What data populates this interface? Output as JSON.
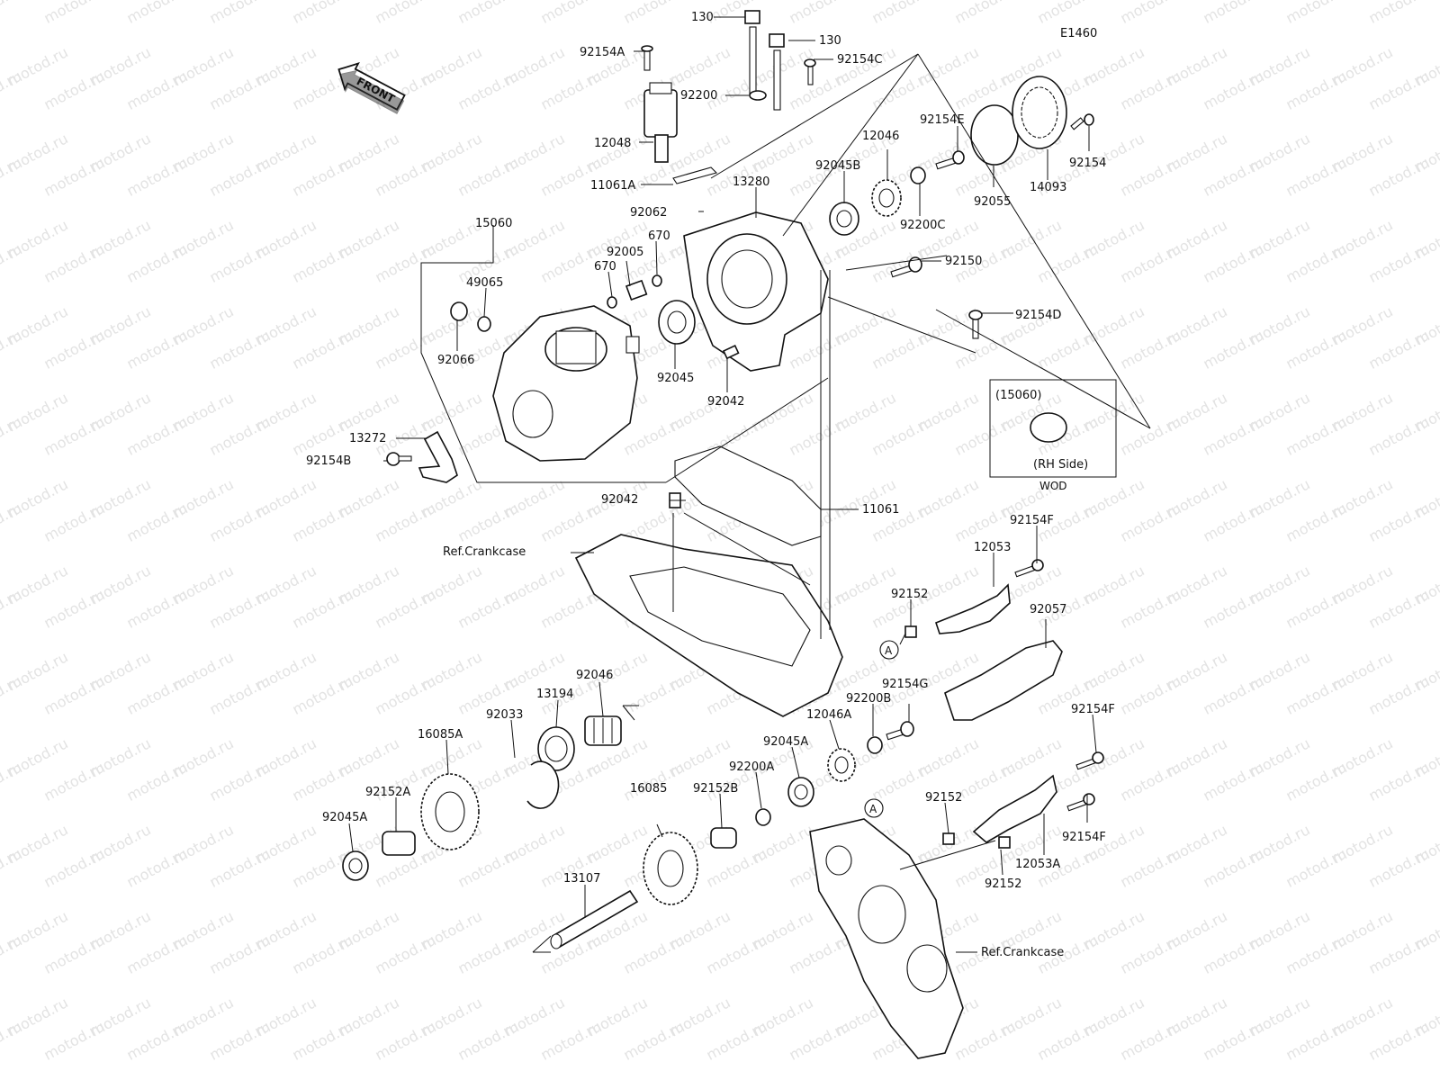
{
  "diagram": {
    "code": "E1460",
    "front_arrow": "FRONT",
    "watermark": "motod.ru",
    "inset": {
      "ref": "(15060)",
      "side": "(RH Side)",
      "tag": "WOD"
    },
    "callout_letter": "A",
    "labels": {
      "p130a": "130",
      "p130b": "130",
      "p92154A": "92154A",
      "p92154C": "92154C",
      "p92200": "92200",
      "p12048": "12048",
      "p11061A": "11061A",
      "p13280": "13280",
      "p92062": "92062",
      "p15060": "15060",
      "p670a": "670",
      "p670b": "670",
      "p92005": "92005",
      "p49065": "49065",
      "p92066": "92066",
      "p92045": "92045",
      "p92042a": "92042",
      "p13272": "13272",
      "p92154B": "92154B",
      "p92154E": "92154E",
      "p12046": "12046",
      "p92045B": "92045B",
      "p92200C": "92200C",
      "p92055": "92055",
      "p14093": "14093",
      "p92154": "92154",
      "p92150": "92150",
      "p92154D": "92154D",
      "p92042b": "92042",
      "p11061": "11061",
      "pRefCrank1": "Ref.Crankcase",
      "p92154F1": "92154F",
      "p12053": "12053",
      "p92152a": "92152",
      "p92057": "92057",
      "p92154G": "92154G",
      "p92200B": "92200B",
      "p12046A": "12046A",
      "p92045A1": "92045A",
      "p92200A": "92200A",
      "p92152B": "92152B",
      "p16085": "16085",
      "p92046": "92046",
      "p13194": "13194",
      "p92033": "92033",
      "p16085A": "16085A",
      "p92152A": "92152A",
      "p92045A2": "92045A",
      "p13107": "13107",
      "p92154F2": "92154F",
      "p92152b": "92152",
      "p92154F3": "92154F",
      "p12053A": "12053A",
      "p92152c": "92152",
      "pRefCrank2": "Ref.Crankcase"
    }
  }
}
